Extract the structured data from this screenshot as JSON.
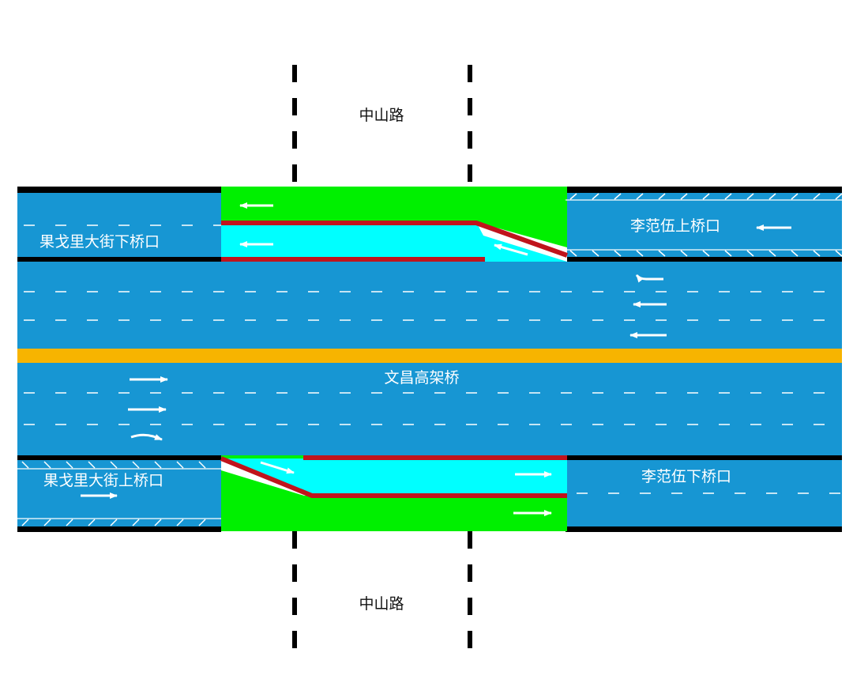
{
  "labels": {
    "north_road": "中山路",
    "south_road": "中山路",
    "main_road": "文昌高架桥",
    "nw_ramp": "果戈里大街下桥口",
    "sw_ramp": "果戈里大街上桥口",
    "ne_ramp": "李范伍上桥口",
    "se_ramp": "李范伍下桥口"
  },
  "colors": {
    "road": "#1796d3",
    "ramp_zone": "#00f000",
    "auxiliary_lane": "#00ffff",
    "median": "#f7b400",
    "curb_red": "#c0141c",
    "edge_black": "#000000",
    "marking_white": "#ffffff"
  },
  "icons": {
    "arrow_left": "arrow-left-icon",
    "arrow_right": "arrow-right-icon",
    "curve_arrow": "curve-arrow-icon"
  }
}
